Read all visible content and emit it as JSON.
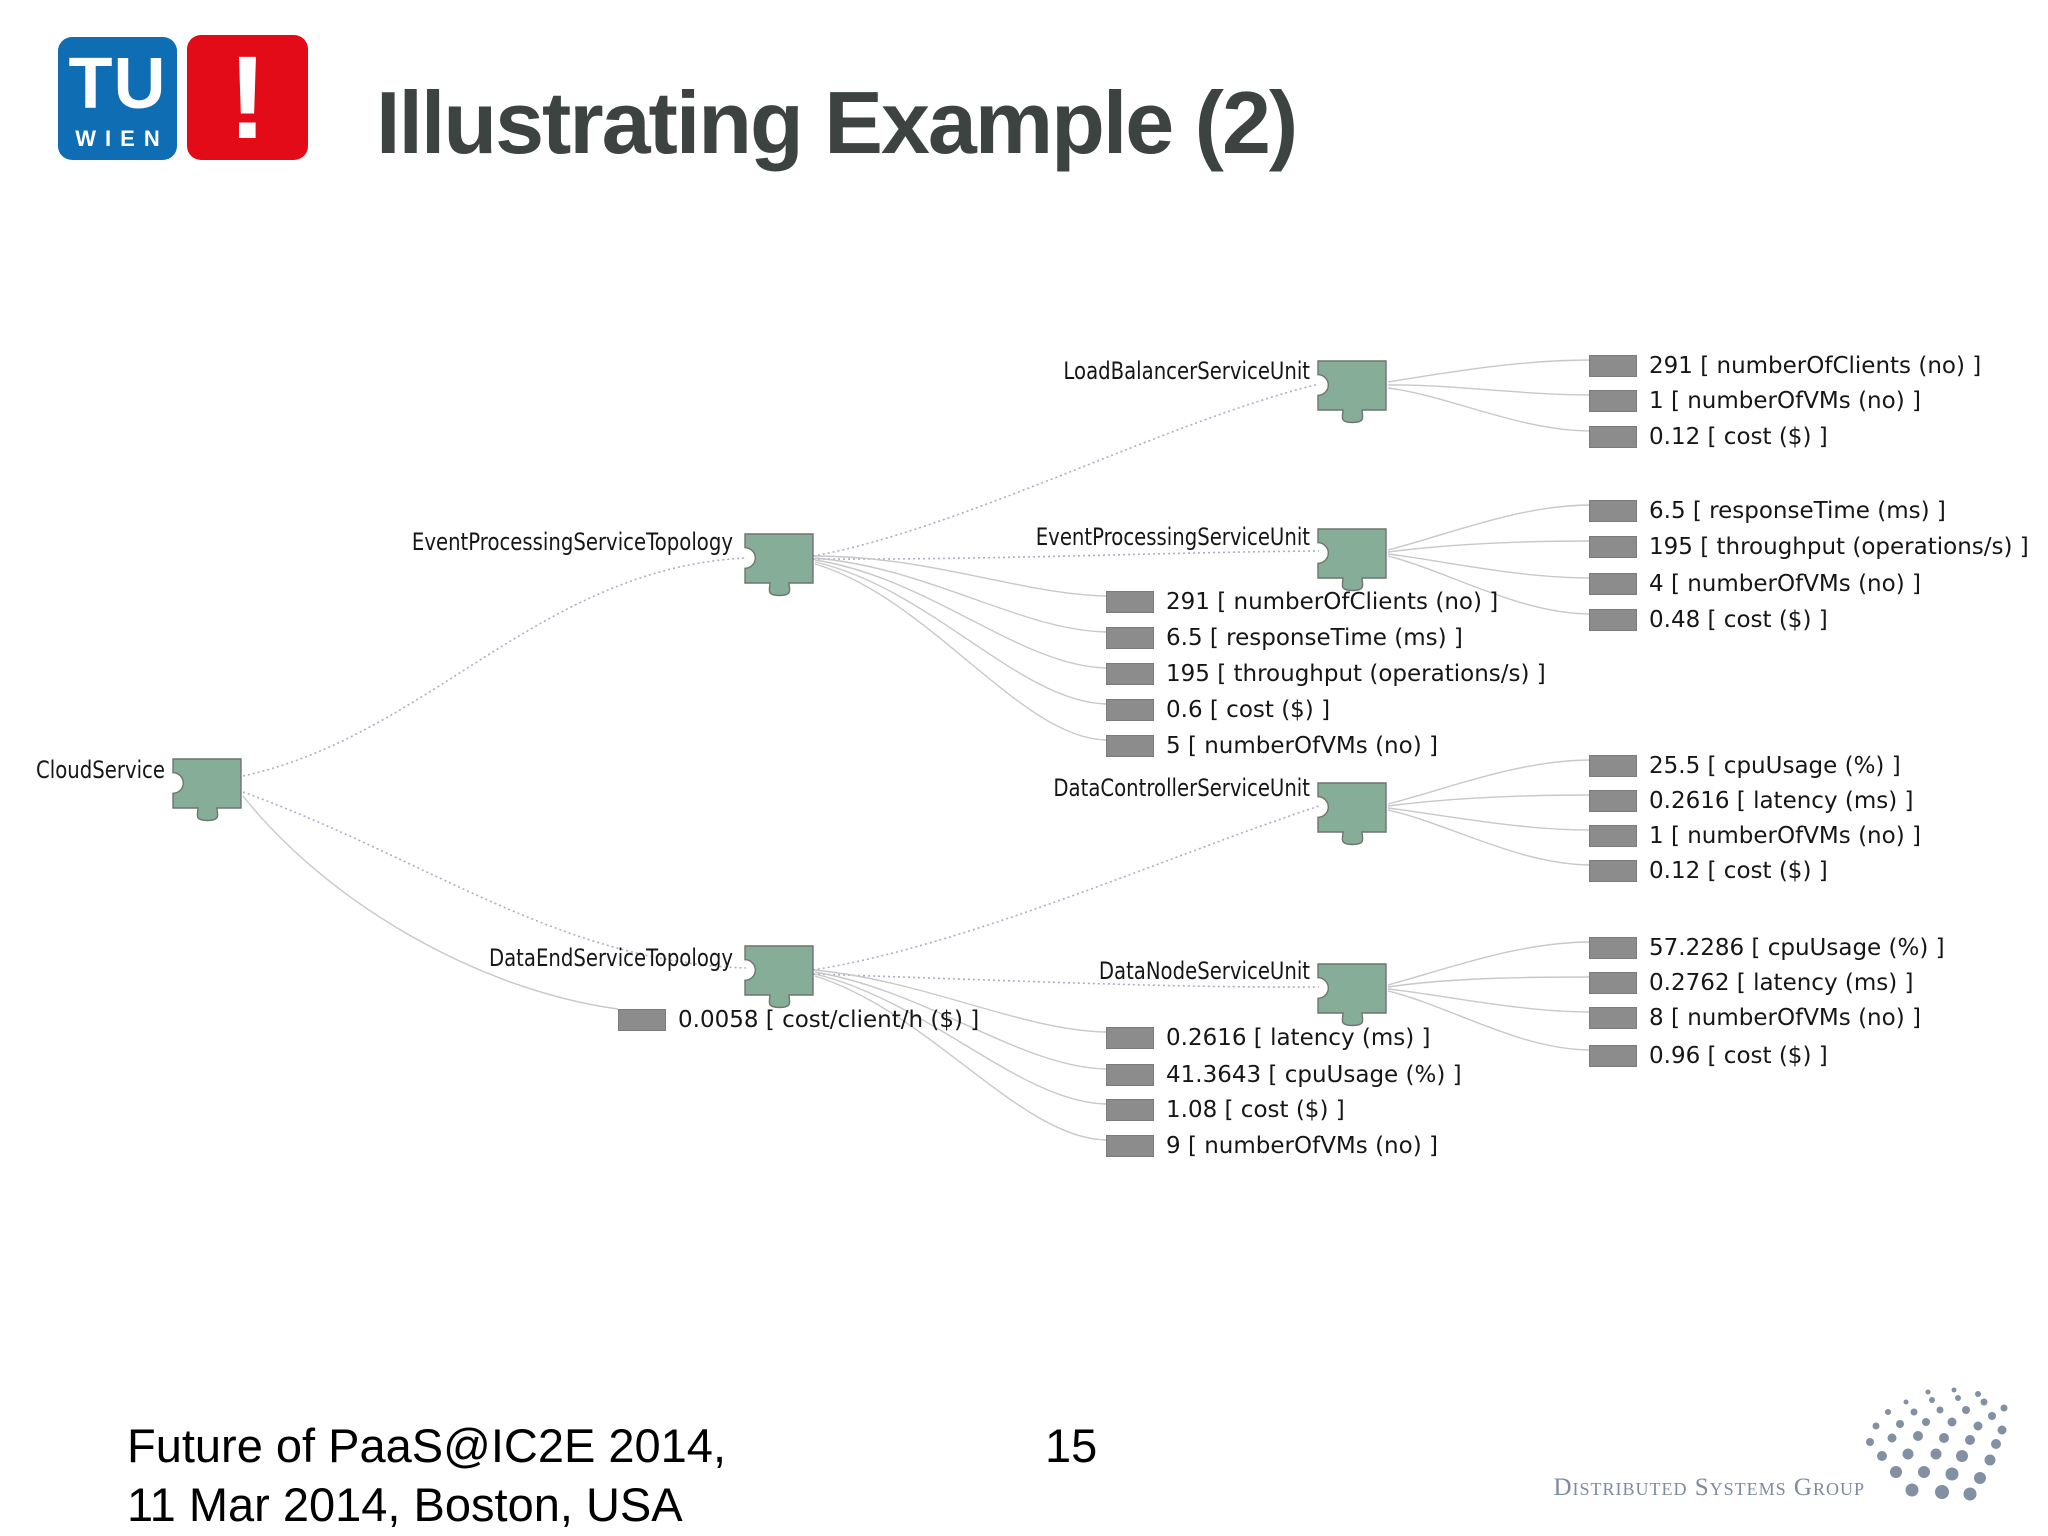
{
  "slide": {
    "title": "Illustrating Example (2)",
    "page_number": "15",
    "footer_line1": "Future of PaaS@IC2E 2014,",
    "footer_line2": "11 Mar 2014, Boston, USA"
  },
  "logos": {
    "tu_wien": {
      "tu": "TU",
      "wien": "WIEN",
      "exclamation": "!"
    },
    "dsg": {
      "label": "Distributed Systems Group"
    }
  },
  "colors": {
    "puzzle_green": "#85ad97",
    "metric_box_gray": "#8c8c8c",
    "dotted_edge": "#b2abc4",
    "solid_edge": "#c8c8c8",
    "title_gray": "#3d4341",
    "tu_blue": "#0f6db4",
    "tu_red": "#e30b17",
    "dsg_gray": "#7e8a9d"
  },
  "diagram": {
    "nodes": {
      "cloudService": {
        "label": "CloudService",
        "metrics": [
          "0.0058 [ cost/client/h ($) ]"
        ]
      },
      "eventProcessingServiceTopology": {
        "label": "EventProcessingServiceTopology",
        "metrics": [
          "291 [ numberOfClients (no) ]",
          "6.5 [ responseTime (ms) ]",
          "195 [ throughput (operations/s) ]",
          "0.6 [ cost ($) ]",
          "5 [ numberOfVMs (no) ]"
        ]
      },
      "dataEndServiceTopology": {
        "label": "DataEndServiceTopology",
        "metrics": [
          "0.2616 [ latency (ms) ]",
          "41.3643 [ cpuUsage (%) ]",
          "1.08 [ cost ($) ]",
          "9 [ numberOfVMs (no) ]"
        ]
      },
      "loadBalancerServiceUnit": {
        "label": "LoadBalancerServiceUnit",
        "metrics": [
          "291 [ numberOfClients (no) ]",
          "1 [ numberOfVMs (no) ]",
          "0.12 [ cost ($) ]"
        ]
      },
      "eventProcessingServiceUnit": {
        "label": "EventProcessingServiceUnit",
        "metrics": [
          "6.5 [ responseTime (ms) ]",
          "195 [ throughput (operations/s) ]",
          "4 [ numberOfVMs (no) ]",
          "0.48 [ cost ($) ]"
        ]
      },
      "dataControllerServiceUnit": {
        "label": "DataControllerServiceUnit",
        "metrics": [
          "25.5 [ cpuUsage (%) ]",
          "0.2616 [ latency (ms) ]",
          "1 [ numberOfVMs (no) ]",
          "0.12 [ cost ($) ]"
        ]
      },
      "dataNodeServiceUnit": {
        "label": "DataNodeServiceUnit",
        "metrics": [
          "57.2286 [ cpuUsage (%) ]",
          "0.2762 [ latency (ms) ]",
          "8 [ numberOfVMs (no) ]",
          "0.96 [ cost ($) ]"
        ]
      }
    },
    "edges": [
      {
        "from": "cloudService",
        "to": "eventProcessingServiceTopology",
        "style": "dotted"
      },
      {
        "from": "cloudService",
        "to": "dataEndServiceTopology",
        "style": "dotted"
      },
      {
        "from": "eventProcessingServiceTopology",
        "to": "loadBalancerServiceUnit",
        "style": "dotted"
      },
      {
        "from": "eventProcessingServiceTopology",
        "to": "eventProcessingServiceUnit",
        "style": "dotted"
      },
      {
        "from": "dataEndServiceTopology",
        "to": "dataControllerServiceUnit",
        "style": "dotted"
      },
      {
        "from": "dataEndServiceTopology",
        "to": "dataNodeServiceUnit",
        "style": "dotted"
      }
    ]
  }
}
